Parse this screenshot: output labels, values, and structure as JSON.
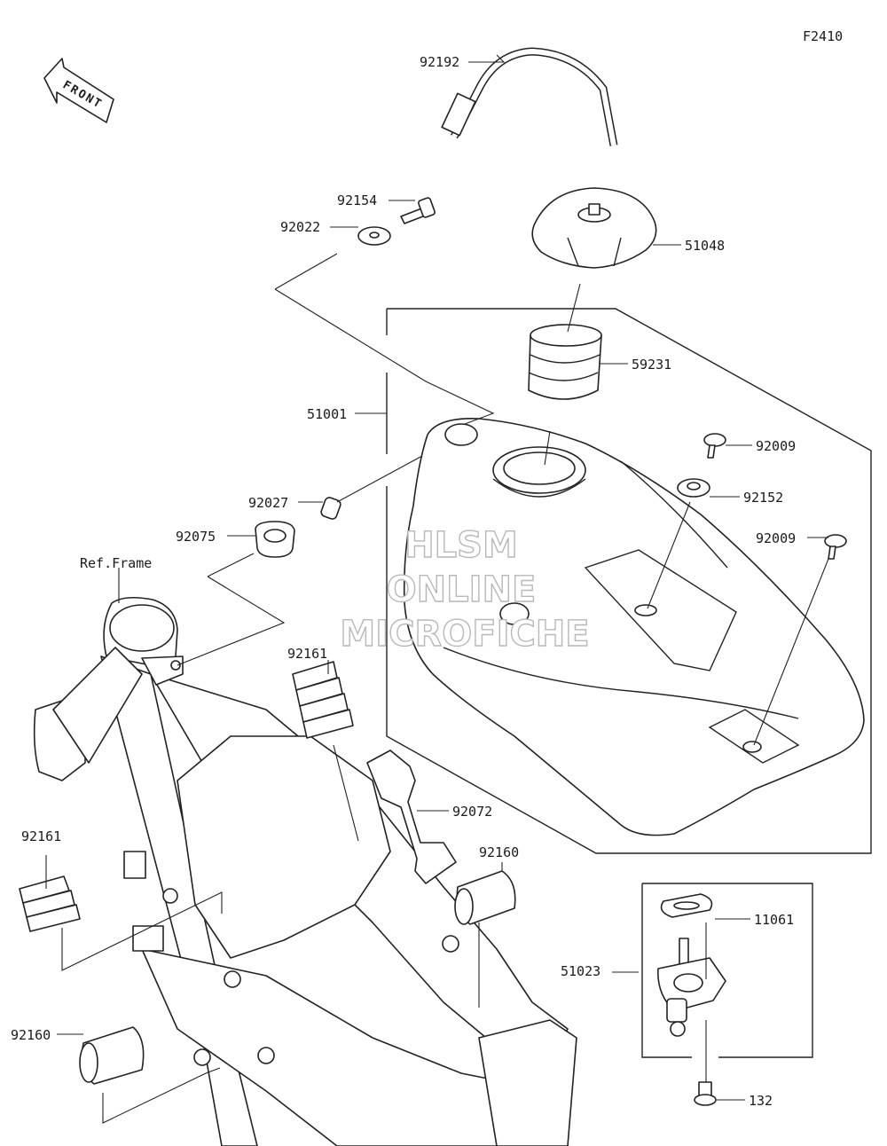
{
  "figure_code": "F2410",
  "front_label": "FRONT",
  "ref_frame_label": "Ref.Frame",
  "watermark": {
    "line1": "HLSM",
    "line2": "ONLINE",
    "line3": "MICROFICHE"
  },
  "parts": {
    "p92192": "92192",
    "p92154": "92154",
    "p92022": "92022",
    "p51048": "51048",
    "p59231": "59231",
    "p51001": "51001",
    "p92009a": "92009",
    "p92152": "92152",
    "p92009b": "92009",
    "p92027": "92027",
    "p92075": "92075",
    "p92161a": "92161",
    "p92072": "92072",
    "p92161b": "92161",
    "p92160a": "92160",
    "p11061": "11061",
    "p51023": "51023",
    "p92160b": "92160",
    "p132": "132"
  }
}
